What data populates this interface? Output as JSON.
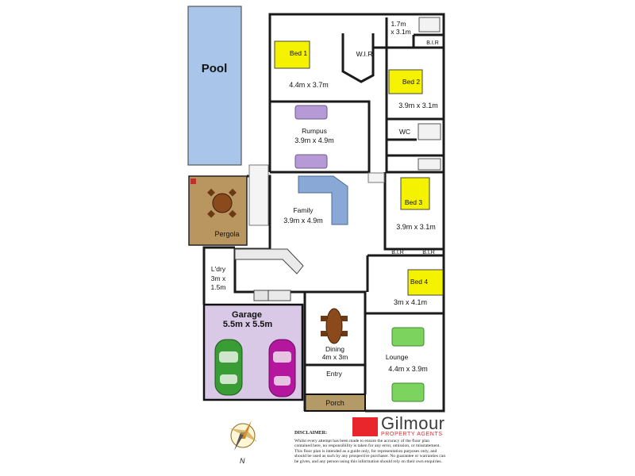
{
  "rooms": {
    "pool": {
      "name": "Pool"
    },
    "bed1": {
      "name": "Bed 1",
      "size": "4.4m x 3.7m"
    },
    "wir": {
      "name": "W.I.R"
    },
    "ensuite": {
      "size_line1": "1.7m",
      "size_line2": "x 3.1m"
    },
    "bir_top": {
      "name": "B.I.R"
    },
    "bed2": {
      "name": "Bed 2",
      "size": "3.9m x 3.1m"
    },
    "rumpus": {
      "name": "Rumpus",
      "size": "3.9m x 4.9m"
    },
    "wc": {
      "name": "WC"
    },
    "family": {
      "name": "Family",
      "size": "3.9m x 4.9m"
    },
    "bed3": {
      "name": "Bed 3",
      "size": "3.9m x 3.1m"
    },
    "pergola": {
      "name": "Pergola"
    },
    "bir_left": {
      "name": "B.I.R"
    },
    "bir_right": {
      "name": "B.I.R"
    },
    "laundry": {
      "name": "L'dry",
      "size_line1": "3m x",
      "size_line2": "1.5m"
    },
    "bed4": {
      "name": "Bed 4",
      "size": "3m x 4.1m"
    },
    "garage": {
      "name": "Garage",
      "size": "5.5m x 5.5m"
    },
    "dining": {
      "name": "Dining",
      "size": "4m x 3m"
    },
    "lounge": {
      "name": "Lounge",
      "size": "4.4m x 3.9m"
    },
    "entry": {
      "name": "Entry"
    },
    "porch": {
      "name": "Porch"
    }
  },
  "compass": {
    "north_label": "N"
  },
  "disclaimer": {
    "heading": "DISCLAIMER:",
    "text": "Whilst every attempt has been made to ensure the accuracy of the floor plan contained here, no responsibility is taken for any error, omission, or misstatement. This floor plan is intended as a guide only, for representation purposes only, and should be used as such by any prospective purchaser. No guarantee or warranties can be given, and any person using this information should rely on their own enquiries."
  },
  "brand": {
    "name": "Gilmour",
    "tagline": "PROPERTY AGENTS",
    "accent": "#e8262b"
  },
  "colors": {
    "wall": "#1a1a1a",
    "pool": "#a9c6ea",
    "pergola": "#b99660",
    "garage": "#d9c8e6",
    "porch": "#b39a67",
    "bed": "#f5f200",
    "sofa_purple": "#b59ad6",
    "sofa_green": "#7cd35e",
    "sofa_blue": "#8aa8d6"
  }
}
